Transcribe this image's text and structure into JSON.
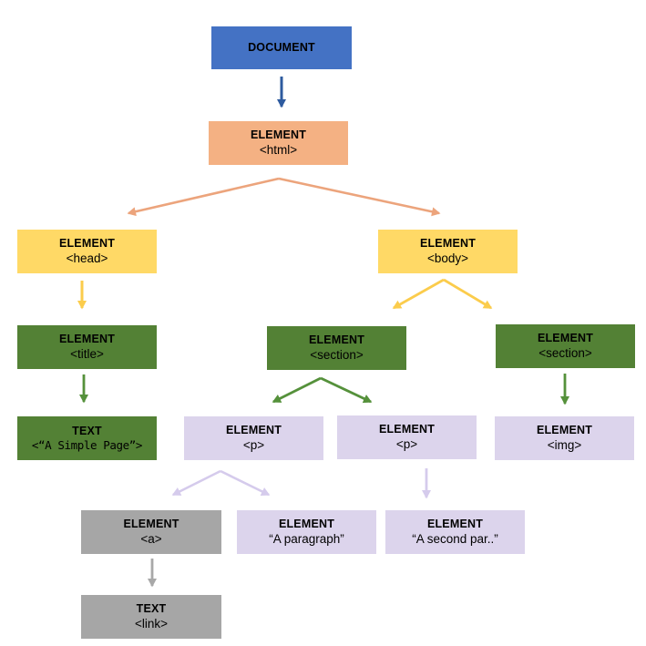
{
  "diagram": {
    "kind": "DOM tree diagram",
    "palette": {
      "document_blue": "#4472C4",
      "html_orange": "#F4B183",
      "level2_yellow": "#FFD966",
      "level3_green": "#538135",
      "level4_lavender": "#DCD4EC",
      "anchor_gray": "#A6A6A6",
      "arrow_blue": "#2E5B9F",
      "arrow_orange": "#ECA47C",
      "arrow_yellow": "#FBCC4C",
      "arrow_green": "#55913B",
      "arrow_lavender": "#D5CBEC",
      "arrow_gray": "#A8A8A8"
    },
    "nodes": {
      "document": {
        "line1": "DOCUMENT",
        "line2": "",
        "fill": "#4472C4"
      },
      "html": {
        "line1": "ELEMENT",
        "line2": "<html>",
        "fill": "#F4B183"
      },
      "head": {
        "line1": "ELEMENT",
        "line2": "<head>",
        "fill": "#FFD966"
      },
      "body": {
        "line1": "ELEMENT",
        "line2": "<body>",
        "fill": "#FFD966"
      },
      "title": {
        "line1": "ELEMENT",
        "line2": "<title>",
        "fill": "#538135"
      },
      "section1": {
        "line1": "ELEMENT",
        "line2": "<section>",
        "fill": "#538135"
      },
      "section2": {
        "line1": "ELEMENT",
        "line2": "<section>",
        "fill": "#538135"
      },
      "title_text": {
        "line1": "TEXT",
        "line2": "<“A Simple Page”>",
        "fill": "#538135"
      },
      "p1": {
        "line1": "ELEMENT",
        "line2": "<p>",
        "fill": "#DCD4EC"
      },
      "p2": {
        "line1": "ELEMENT",
        "line2": "<p>",
        "fill": "#DCD4EC"
      },
      "img": {
        "line1": "ELEMENT",
        "line2": "<img>",
        "fill": "#DCD4EC"
      },
      "a": {
        "line1": "ELEMENT",
        "line2": "<a>",
        "fill": "#A6A6A6"
      },
      "p1_text": {
        "line1": "ELEMENT",
        "line2": "“A paragraph”",
        "fill": "#DCD4EC"
      },
      "p2_text": {
        "line1": "ELEMENT",
        "line2": "“A second par..”",
        "fill": "#DCD4EC"
      },
      "link_text": {
        "line1": "TEXT",
        "line2": "<link>",
        "fill": "#A6A6A6"
      }
    },
    "edges": [
      {
        "from": "document",
        "to": "html",
        "color": "#2E5B9F"
      },
      {
        "from": "html",
        "to": "head",
        "color": "#ECA47C"
      },
      {
        "from": "html",
        "to": "body",
        "color": "#ECA47C"
      },
      {
        "from": "head",
        "to": "title",
        "color": "#FBCC4C"
      },
      {
        "from": "body",
        "to": "section1",
        "color": "#FBCC4C"
      },
      {
        "from": "body",
        "to": "section2",
        "color": "#FBCC4C"
      },
      {
        "from": "title",
        "to": "title_text",
        "color": "#55913B"
      },
      {
        "from": "section1",
        "to": "p1",
        "color": "#55913B"
      },
      {
        "from": "section1",
        "to": "p2",
        "color": "#55913B"
      },
      {
        "from": "section2",
        "to": "img",
        "color": "#55913B"
      },
      {
        "from": "p1",
        "to": "a",
        "color": "#D5CBEC"
      },
      {
        "from": "p1",
        "to": "p1_text",
        "color": "#D5CBEC"
      },
      {
        "from": "p2",
        "to": "p2_text",
        "color": "#D5CBEC"
      },
      {
        "from": "a",
        "to": "link_text",
        "color": "#A8A8A8"
      }
    ]
  }
}
